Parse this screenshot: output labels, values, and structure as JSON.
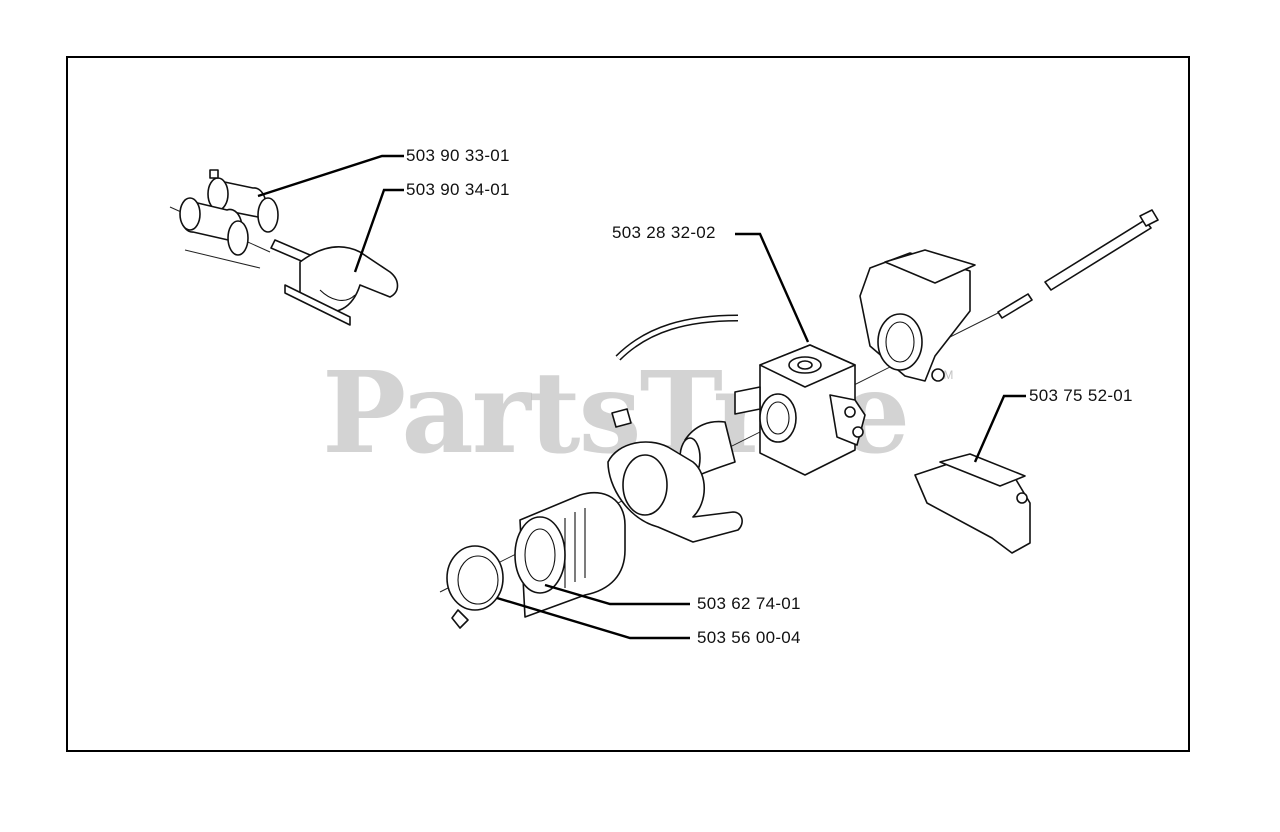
{
  "watermark": {
    "text": "PartsTree",
    "trademark": "TM"
  },
  "parts": [
    {
      "id": "p1",
      "number": "503 90 33-01",
      "icon": "carburetor-jet-pair-icon"
    },
    {
      "id": "p2",
      "number": "503 90 34-01",
      "icon": "sleeve-clip-icon"
    },
    {
      "id": "p3",
      "number": "503 28 32-02",
      "icon": "carburetor-icon"
    },
    {
      "id": "p4",
      "number": "503 75 52-01",
      "icon": "bracket-icon"
    },
    {
      "id": "p5",
      "number": "503 62 74-01",
      "icon": "intake-boot-icon"
    },
    {
      "id": "p6",
      "number": "503 56 00-04",
      "icon": "hose-clamp-icon"
    }
  ],
  "colors": {
    "line": "#000000",
    "background": "#ffffff",
    "watermark": "#969696"
  }
}
